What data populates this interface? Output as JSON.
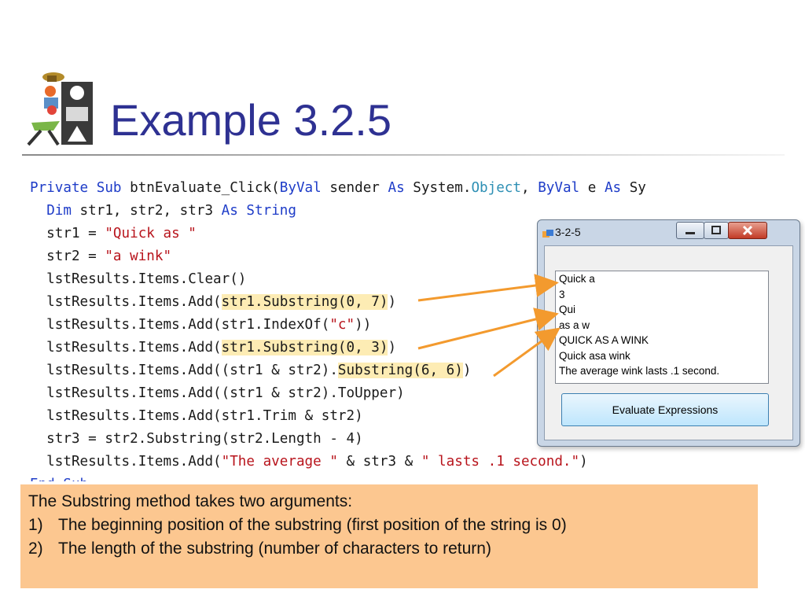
{
  "slide": {
    "title": "Example 3.2.5"
  },
  "code": {
    "lines": [
      [
        {
          "t": "Private Sub ",
          "c": "kw"
        },
        {
          "t": "btnEvaluate_Click(",
          "c": ""
        },
        {
          "t": "ByVal",
          "c": "kw"
        },
        {
          "t": " sender ",
          "c": ""
        },
        {
          "t": "As",
          "c": "kw"
        },
        {
          "t": " System.",
          "c": ""
        },
        {
          "t": "Object",
          "c": "typ"
        },
        {
          "t": ", ",
          "c": ""
        },
        {
          "t": "ByVal",
          "c": "kw"
        },
        {
          "t": " e ",
          "c": ""
        },
        {
          "t": "As",
          "c": "kw"
        },
        {
          "t": " Sy",
          "c": ""
        }
      ],
      [
        {
          "t": "  ",
          "c": ""
        },
        {
          "t": "Dim",
          "c": "kw"
        },
        {
          "t": " str1, str2, str3 ",
          "c": ""
        },
        {
          "t": "As String",
          "c": "kw"
        }
      ],
      [
        {
          "t": "  str1 = ",
          "c": ""
        },
        {
          "t": "\"Quick as \"",
          "c": "str"
        }
      ],
      [
        {
          "t": "  str2 = ",
          "c": ""
        },
        {
          "t": "\"a wink\"",
          "c": "str"
        }
      ],
      [
        {
          "t": "  lstResults.Items.Clear()",
          "c": ""
        }
      ],
      [
        {
          "t": "  lstResults.Items.Add(",
          "c": ""
        },
        {
          "t": "str1.Substring(0, 7)",
          "c": "hl"
        },
        {
          "t": ")",
          "c": ""
        }
      ],
      [
        {
          "t": "  lstResults.Items.Add(str1.IndexOf(",
          "c": ""
        },
        {
          "t": "\"c\"",
          "c": "str"
        },
        {
          "t": "))",
          "c": ""
        }
      ],
      [
        {
          "t": "  lstResults.Items.Add(",
          "c": ""
        },
        {
          "t": "str1.Substring(0, 3)",
          "c": "hl"
        },
        {
          "t": ")",
          "c": ""
        }
      ],
      [
        {
          "t": "  lstResults.Items.Add((str1 & str2).",
          "c": ""
        },
        {
          "t": "Substring(6, 6)",
          "c": "hl"
        },
        {
          "t": ")",
          "c": ""
        }
      ],
      [
        {
          "t": "  lstResults.Items.Add((str1 & str2).ToUpper)",
          "c": ""
        }
      ],
      [
        {
          "t": "  lstResults.Items.Add(str1.Trim & str2)",
          "c": ""
        }
      ],
      [
        {
          "t": "  str3 = str2.Substring(str2.Length - 4)",
          "c": ""
        }
      ],
      [
        {
          "t": "  lstResults.Items.Add(",
          "c": ""
        },
        {
          "t": "\"The average \"",
          "c": "str"
        },
        {
          "t": " & str3 & ",
          "c": ""
        },
        {
          "t": "\" lasts .1 second.\"",
          "c": "str"
        },
        {
          "t": ")",
          "c": ""
        }
      ],
      [
        {
          "t": "End Sub",
          "c": "kw"
        }
      ]
    ]
  },
  "dialog": {
    "title": "3-2-5",
    "list_items": [
      "Quick a",
      "3",
      "Qui",
      "as a w",
      "QUICK AS A WINK",
      "Quick asa wink",
      "The average wink lasts .1 second."
    ],
    "evaluate_button": "Evaluate Expressions"
  },
  "note": {
    "intro": "The Substring method takes two arguments:",
    "items": [
      {
        "num": "1)",
        "text": "The beginning position of the substring (first position of the string is 0)"
      },
      {
        "num": "2)",
        "text": "The length of the substring (number of characters to return)"
      }
    ]
  },
  "colors": {
    "title": "#2e3192",
    "keyword": "#1e3cc8",
    "string": "#b8141c",
    "type": "#2d8fb4",
    "highlight": "#fdecb4",
    "note_background": "#fcc790",
    "arrow": "#f39a2e"
  }
}
